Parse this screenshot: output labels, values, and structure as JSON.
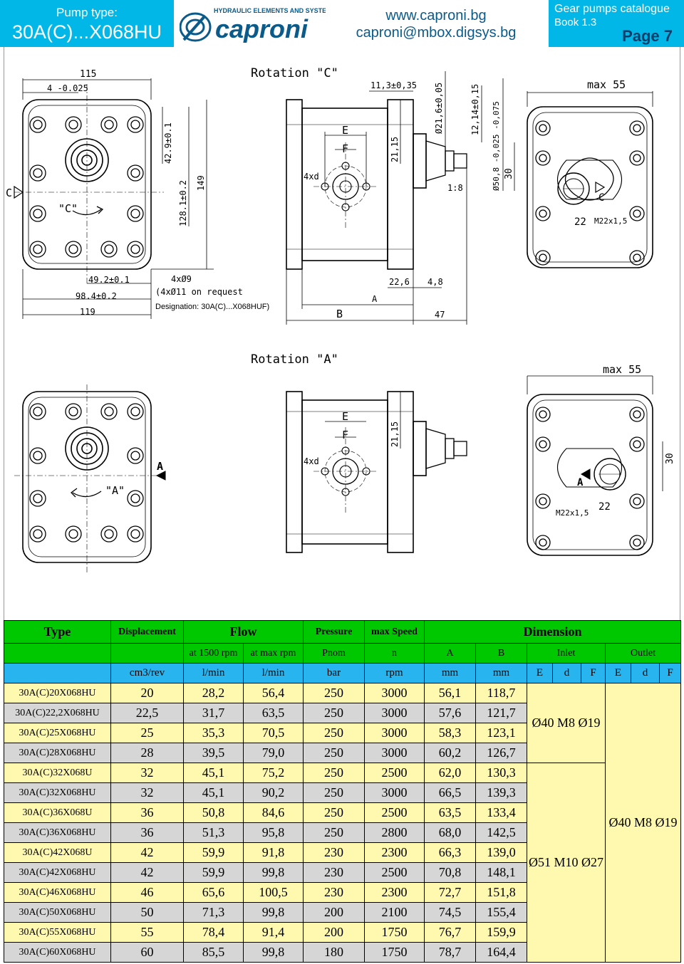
{
  "header": {
    "pump_type_label": "Pump type:",
    "pump_type_value": "30A(C)...X068HU",
    "logo_tagline": "HYDRAULIC ELEMENTS AND SYSTEMS",
    "logo_name": "caproni",
    "website": "www.caproni.bg",
    "email": "caproni@mbox.digsys.bg",
    "catalogue": "Gear pumps catalogue",
    "book": "Book 1.3",
    "page": "Page 7"
  },
  "drawing_c": {
    "title": "Rotation \"C\"",
    "rotation_mark": "\"C\"",
    "side_mark": "C",
    "dim_115": "115",
    "dim_4": "4 -0.025",
    "dim_42_9": "42.9±0.1",
    "dim_128_1": "128.1±0.2",
    "dim_149": "149",
    "dim_49_2": "49.2±0.1",
    "dim_98_4": "98.4±0.2",
    "dim_119": "119",
    "holes": "4xØ9",
    "holes_request": "(4xØ11 on request",
    "designation": "Designation: 30A(C)...X068HUF)",
    "dim_11_3": "11,3±0,35",
    "dim_21_6": "Ø21,6±0,05",
    "dim_12_14": "12,14±0,15",
    "dim_21_15": "21,15",
    "taper": "1:8",
    "dim_50_8": "Ø50,8 -0,025 -0,075",
    "dim_30": "30",
    "label_e": "E",
    "label_f": "F",
    "label_4xd": "4xd",
    "dim_22_6": "22,6",
    "dim_4_8": "4,8",
    "label_a": "A",
    "label_b": "B",
    "dim_47": "47",
    "max55": "max 55",
    "port_c": "C",
    "port_22": "22",
    "port_thread": "M22x1,5"
  },
  "drawing_a": {
    "title": "Rotation \"A\"",
    "rotation_mark": "\"A\"",
    "side_mark": "A",
    "label_e": "E",
    "label_f": "F",
    "label_4xd": "4xd",
    "dim_21_15": "21,15",
    "max55": "max 55",
    "dim_30": "30",
    "port_a": "A",
    "port_thread": "M22x1,5",
    "port_22": "22"
  },
  "table": {
    "headers": {
      "type": "Type",
      "displacement": "Displacement",
      "flow": "Flow",
      "pressure": "Pressure",
      "max_speed": "max Speed",
      "dimension": "Dimension",
      "at1500": "at 1500 rpm",
      "atmax": "at max rpm",
      "pnom": "Pnom",
      "n": "n",
      "a": "A",
      "b": "B",
      "inlet": "Inlet",
      "outlet": "Outlet",
      "u_disp": "cm3/rev",
      "u_flow1": "l/min",
      "u_flow2": "l/min",
      "u_press": "bar",
      "u_speed": "rpm",
      "u_a": "mm",
      "u_b": "mm",
      "e1": "E",
      "d1": "d",
      "f1": "F",
      "e2": "E",
      "d2": "d",
      "f2": "F"
    },
    "rows": [
      {
        "type": "30A(C)20X068HU",
        "disp": "20",
        "q1500": "28,2",
        "qmax": "56,4",
        "p": "250",
        "n": "3000",
        "a": "56,1",
        "b": "118,7"
      },
      {
        "type": "30A(C)22,2X068HU",
        "disp": "22,5",
        "q1500": "31,7",
        "qmax": "63,5",
        "p": "250",
        "n": "3000",
        "a": "57,6",
        "b": "121,7"
      },
      {
        "type": "30A(C)25X068HU",
        "disp": "25",
        "q1500": "35,3",
        "qmax": "70,5",
        "p": "250",
        "n": "3000",
        "a": "58,3",
        "b": "123,1"
      },
      {
        "type": "30A(C)28X068HU",
        "disp": "28",
        "q1500": "39,5",
        "qmax": "79,0",
        "p": "250",
        "n": "3000",
        "a": "60,2",
        "b": "126,7"
      },
      {
        "type": "30A(C)32X068U",
        "disp": "32",
        "q1500": "45,1",
        "qmax": "75,2",
        "p": "250",
        "n": "2500",
        "a": "62,0",
        "b": "130,3"
      },
      {
        "type": "30A(C)32X068HU",
        "disp": "32",
        "q1500": "45,1",
        "qmax": "90,2",
        "p": "250",
        "n": "3000",
        "a": "66,5",
        "b": "139,3"
      },
      {
        "type": "30A(C)36X068U",
        "disp": "36",
        "q1500": "50,8",
        "qmax": "84,6",
        "p": "250",
        "n": "2500",
        "a": "63,5",
        "b": "133,4"
      },
      {
        "type": "30A(C)36X068HU",
        "disp": "36",
        "q1500": "51,3",
        "qmax": "95,8",
        "p": "250",
        "n": "2800",
        "a": "68,0",
        "b": "142,5"
      },
      {
        "type": "30A(C)42X068U",
        "disp": "42",
        "q1500": "59,9",
        "qmax": "91,8",
        "p": "230",
        "n": "2300",
        "a": "66,3",
        "b": "139,0"
      },
      {
        "type": "30A(C)42X068HU",
        "disp": "42",
        "q1500": "59,9",
        "qmax": "99,8",
        "p": "230",
        "n": "2500",
        "a": "70,8",
        "b": "148,1"
      },
      {
        "type": "30A(C)46X068HU",
        "disp": "46",
        "q1500": "65,6",
        "qmax": "100,5",
        "p": "230",
        "n": "2300",
        "a": "72,7",
        "b": "151,8"
      },
      {
        "type": "30A(C)50X068HU",
        "disp": "50",
        "q1500": "71,3",
        "qmax": "99,8",
        "p": "200",
        "n": "2100",
        "a": "74,5",
        "b": "155,4"
      },
      {
        "type": "30A(C)55X068HU",
        "disp": "55",
        "q1500": "78,4",
        "qmax": "91,4",
        "p": "200",
        "n": "1750",
        "a": "76,7",
        "b": "159,9"
      },
      {
        "type": "30A(C)60X068HU",
        "disp": "60",
        "q1500": "85,5",
        "qmax": "99,8",
        "p": "180",
        "n": "1750",
        "a": "78,7",
        "b": "164,4"
      }
    ],
    "inlet_group1": "Ø40  M8  Ø19",
    "inlet_group2": "Ø51  M10  Ø27",
    "outlet_all": "Ø40  M8  Ø19"
  }
}
